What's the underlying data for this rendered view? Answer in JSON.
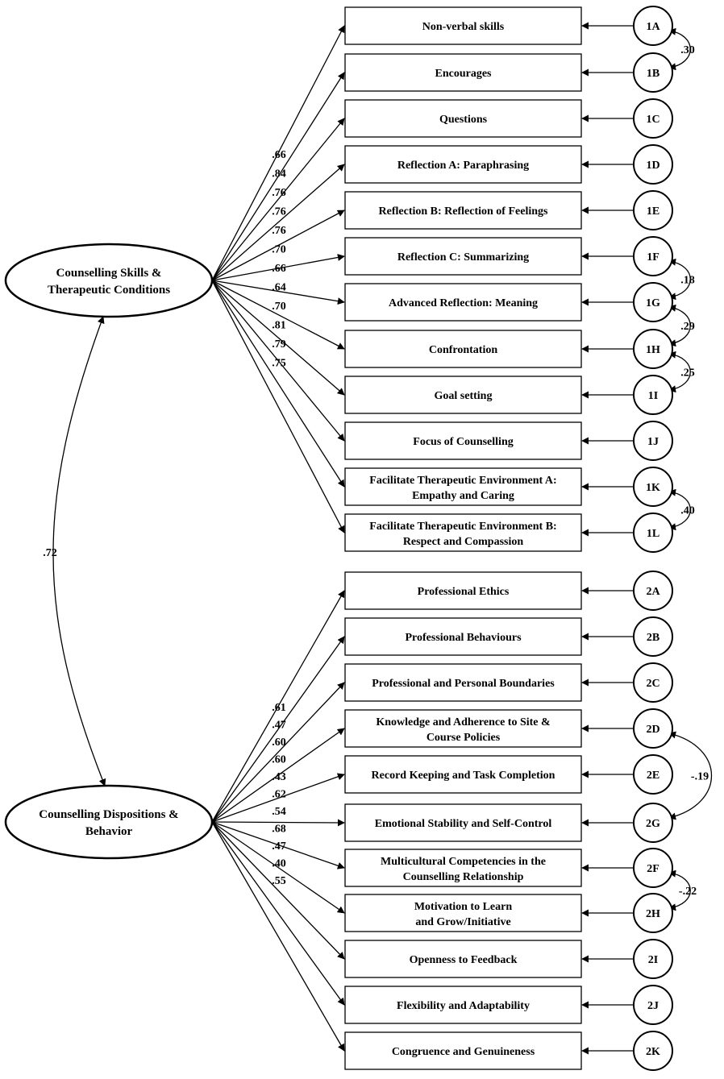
{
  "factors": [
    {
      "id": "f1",
      "label_lines": [
        "Counselling Skills &",
        "Therapeutic Conditions"
      ]
    },
    {
      "id": "f2",
      "label_lines": [
        "Counselling Dispositions &",
        "Behavior"
      ]
    }
  ],
  "factor_correlation": ".72",
  "indicators": [
    {
      "factor": "f1",
      "label_lines": [
        "Non-verbal skills"
      ],
      "error": "1A",
      "loading": ".66"
    },
    {
      "factor": "f1",
      "label_lines": [
        "Encourages"
      ],
      "error": "1B",
      "loading": ".84"
    },
    {
      "factor": "f1",
      "label_lines": [
        "Questions"
      ],
      "error": "1C",
      "loading": ".76"
    },
    {
      "factor": "f1",
      "label_lines": [
        "Reflection A: Paraphrasing"
      ],
      "error": "1D",
      "loading": ".76"
    },
    {
      "factor": "f1",
      "label_lines": [
        "Reflection B: Reflection of Feelings"
      ],
      "error": "1E",
      "loading": ".76"
    },
    {
      "factor": "f1",
      "label_lines": [
        "Reflection C: Summarizing"
      ],
      "error": "1F",
      "loading": ".70"
    },
    {
      "factor": "f1",
      "label_lines": [
        "Advanced Reflection: Meaning"
      ],
      "error": "1G",
      "loading": ".66"
    },
    {
      "factor": "f1",
      "label_lines": [
        "Confrontation"
      ],
      "error": "1H",
      "loading": ".64"
    },
    {
      "factor": "f1",
      "label_lines": [
        "Goal setting"
      ],
      "error": "1I",
      "loading": ".70"
    },
    {
      "factor": "f1",
      "label_lines": [
        "Focus of Counselling"
      ],
      "error": "1J",
      "loading": ".81"
    },
    {
      "factor": "f1",
      "label_lines": [
        "Facilitate Therapeutic Environment A:",
        "Empathy and Caring"
      ],
      "error": "1K",
      "loading": ".79"
    },
    {
      "factor": "f1",
      "label_lines": [
        "Facilitate Therapeutic Environment B:",
        "Respect and Compassion"
      ],
      "error": "1L",
      "loading": ".75"
    },
    {
      "factor": "f2",
      "label_lines": [
        "Professional Ethics"
      ],
      "error": "2A",
      "loading": ".61"
    },
    {
      "factor": "f2",
      "label_lines": [
        "Professional Behaviours"
      ],
      "error": "2B",
      "loading": ".47"
    },
    {
      "factor": "f2",
      "label_lines": [
        "Professional and Personal Boundaries"
      ],
      "error": "2C",
      "loading": ".60"
    },
    {
      "factor": "f2",
      "label_lines": [
        "Knowledge and Adherence to Site &",
        "Course Policies"
      ],
      "error": "2D",
      "loading": ".60"
    },
    {
      "factor": "f2",
      "label_lines": [
        "Record Keeping and Task Completion"
      ],
      "error": "2E",
      "loading": ".43"
    },
    {
      "factor": "f2",
      "label_lines": [
        "Emotional Stability and Self-Control"
      ],
      "error": "2G",
      "loading": ".62"
    },
    {
      "factor": "f2",
      "label_lines": [
        "Multicultural Competencies in the",
        "Counselling  Relationship"
      ],
      "error": "2F",
      "loading": ".54"
    },
    {
      "factor": "f2",
      "label_lines": [
        "Motivation to Learn",
        "and Grow/Initiative"
      ],
      "error": "2H",
      "loading": ".68"
    },
    {
      "factor": "f2",
      "label_lines": [
        "Openness to Feedback"
      ],
      "error": "2I",
      "loading": ".47"
    },
    {
      "factor": "f2",
      "label_lines": [
        "Flexibility and Adaptability"
      ],
      "error": "2J",
      "loading": ".40"
    },
    {
      "factor": "f2",
      "label_lines": [
        "Congruence and Genuineness"
      ],
      "error": "2K",
      "loading": ".55"
    }
  ],
  "error_covariances": [
    {
      "from": "1A",
      "to": "1B",
      "value": ".30"
    },
    {
      "from": "1F",
      "to": "1G",
      "value": ".18"
    },
    {
      "from": "1G",
      "to": "1H",
      "value": ".29"
    },
    {
      "from": "1H",
      "to": "1I",
      "value": ".25"
    },
    {
      "from": "1K",
      "to": "1L",
      "value": ".40"
    },
    {
      "from": "2D",
      "to": "2G",
      "value": "-.19"
    },
    {
      "from": "2F",
      "to": "2H",
      "value": "-.22"
    }
  ]
}
